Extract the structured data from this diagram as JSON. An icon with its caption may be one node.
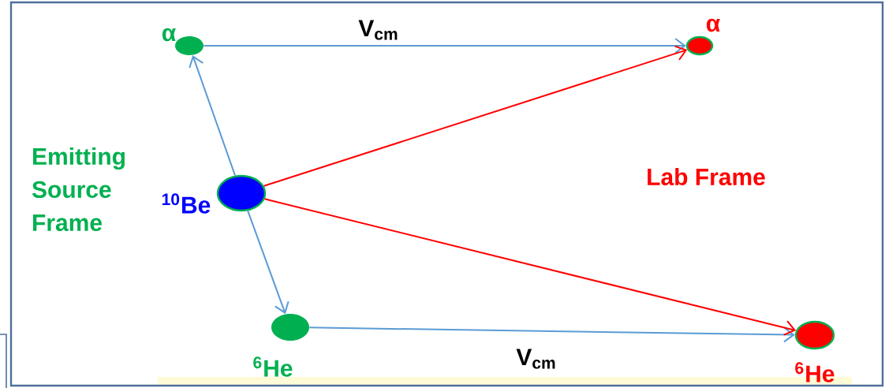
{
  "diagram": {
    "nodes": [
      {
        "text": [
          "α"
        ]
      },
      {
        "text": [
          "α"
        ]
      },
      {
        "text": [
          "$^{10}$Be"
        ]
      },
      {
        "text": [
          "$^{6}$He"
        ]
      },
      {
        "text": [
          "$^{6}$He"
        ]
      }
    ],
    "edges": [
      {
        "from": 0,
        "to": 1,
        "arrow": "to",
        "label": "V$_{cm}$"
      },
      {
        "from": 2,
        "to": 0,
        "arrow": "to"
      },
      {
        "from": 2,
        "to": 3,
        "arrow": "to"
      },
      {
        "from": 3,
        "to": 4,
        "arrow": "to",
        "label": "V$_{cm}$"
      },
      {
        "from": 2,
        "to": 1,
        "arrow": "to",
        "color": "#ff0000"
      },
      {
        "from": 2,
        "to": 4,
        "arrow": "to",
        "color": "#ff0000"
      }
    ],
    "labels": [
      "Emitting Source Frame",
      "Lab Frame"
    ]
  }
}
